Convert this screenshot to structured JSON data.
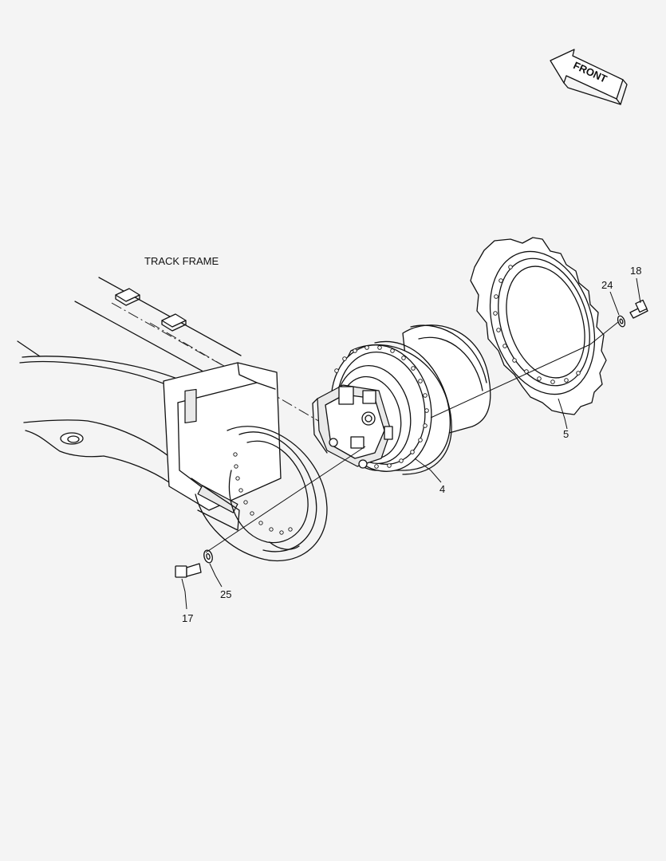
{
  "labels": {
    "track_frame": "TRACK FRAME",
    "front": "FRONT",
    "travel_motor": "4",
    "sprocket": "5",
    "bolt_17": "17",
    "bolt_18": "18",
    "washer_24": "24",
    "washer_25": "25"
  }
}
